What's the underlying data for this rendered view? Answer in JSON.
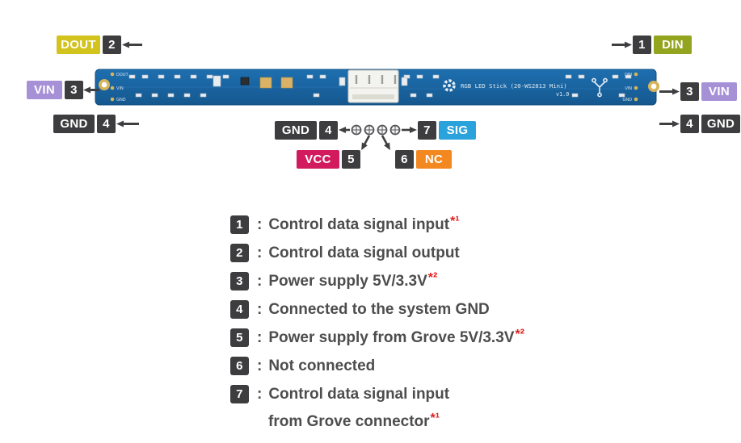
{
  "board": {
    "silkscreen_title": "RGB LED Stick (20-WS2813 Mini)",
    "silkscreen_version": "v1.0",
    "pads": {
      "dout": "DOUT",
      "vin": "VIN",
      "gnd": "GND",
      "din": "DIN"
    }
  },
  "colors": {
    "badge_dark": "#3d3d3f",
    "dout_yellow": "#d2c31d",
    "din_olive": "#93a41f",
    "vin_purple": "#a691d6",
    "sig_blue": "#2aa2db",
    "vcc_crimson": "#d11b5e",
    "nc_orange": "#f2881f",
    "pcb_blue": "#1a67a9",
    "note_red": "#e01e1e",
    "legend_text": "#4d4d4d"
  },
  "pinout": {
    "dout": {
      "label": "DOUT",
      "num": "2"
    },
    "din": {
      "label": "DIN",
      "num": "1"
    },
    "vin_left": {
      "label": "VIN",
      "num": "3"
    },
    "gnd_left": {
      "label": "GND",
      "num": "4"
    },
    "vin_right": {
      "label": "VIN",
      "num": "3"
    },
    "gnd_right": {
      "label": "GND",
      "num": "4"
    },
    "grove": {
      "gnd": {
        "label": "GND",
        "num": "4"
      },
      "sig": {
        "label": "SIG",
        "num": "7"
      },
      "vcc": {
        "label": "VCC",
        "num": "5"
      },
      "nc": {
        "label": "NC",
        "num": "6"
      }
    }
  },
  "legend": {
    "separator": ":",
    "items": [
      {
        "num": "1",
        "text": "Control data signal input",
        "note": "*¹"
      },
      {
        "num": "2",
        "text": "Control data signal output",
        "note": ""
      },
      {
        "num": "3",
        "text": "Power supply 5V/3.3V",
        "note": "*²"
      },
      {
        "num": "4",
        "text": "Connected to the system GND",
        "note": ""
      },
      {
        "num": "5",
        "text": "Power supply from Grove 5V/3.3V",
        "note": "*²"
      },
      {
        "num": "6",
        "text": "Not connected",
        "note": ""
      },
      {
        "num": "7",
        "text": "Control data signal input",
        "note": "",
        "text2": "from Grove connector",
        "note2": "*¹"
      }
    ]
  }
}
